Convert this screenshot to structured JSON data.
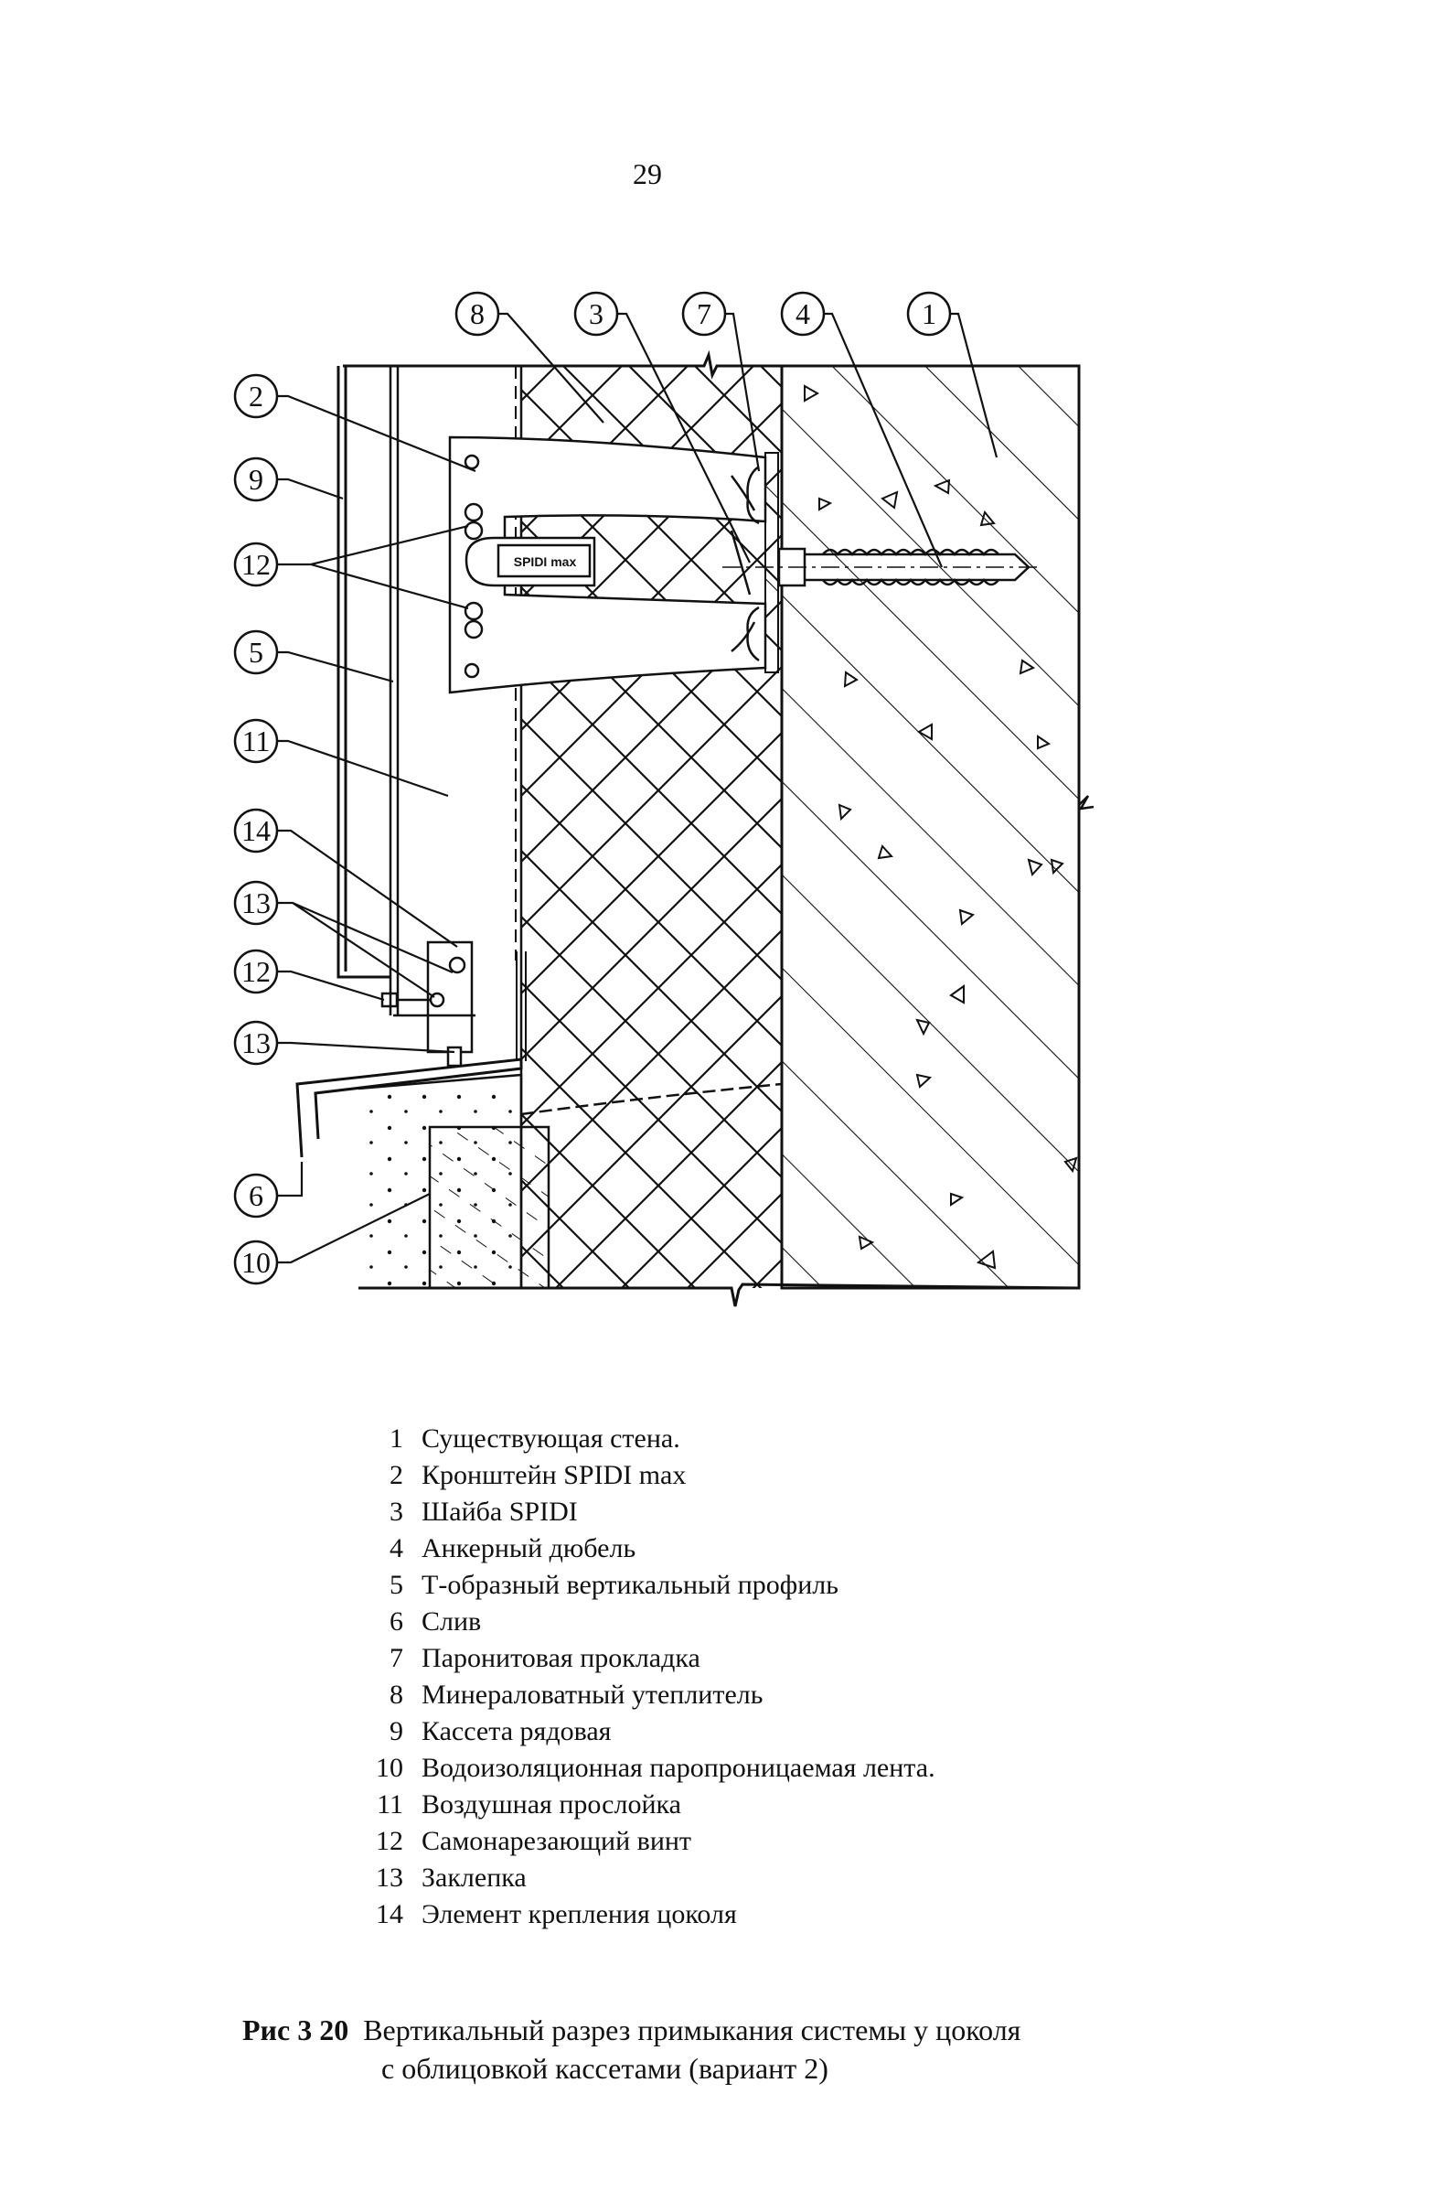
{
  "page_number": "29",
  "diagram": {
    "callouts": [
      "8",
      "3",
      "7",
      "4",
      "1",
      "2",
      "9",
      "12",
      "5",
      "11",
      "14",
      "13",
      "12",
      "13",
      "6",
      "10"
    ],
    "bracket_label": "SPIDI max"
  },
  "legend": [
    {
      "num": "1",
      "text": "Существующая стена."
    },
    {
      "num": "2",
      "text": "Кронштейн SPIDI max"
    },
    {
      "num": "3",
      "text": "Шайба SPIDI"
    },
    {
      "num": "4",
      "text": "Анкерный дюбель"
    },
    {
      "num": "5",
      "text": "Т-образный вертикальный профиль"
    },
    {
      "num": "6",
      "text": "Слив"
    },
    {
      "num": "7",
      "text": "Паронитовая прокладка"
    },
    {
      "num": "8",
      "text": "Минераловатный утеплитель"
    },
    {
      "num": "9",
      "text": "Кассета рядовая"
    },
    {
      "num": "10",
      "text": "Водоизоляционная паропроницаемая лента."
    },
    {
      "num": "11",
      "text": "Воздушная прослойка"
    },
    {
      "num": "12",
      "text": "Самонарезающий винт"
    },
    {
      "num": "13",
      "text": "Заклепка"
    },
    {
      "num": "14",
      "text": "Элемент крепления цоколя"
    }
  ],
  "caption": {
    "label": "Рис 3 20",
    "line1": "Вертикальный разрез примыкания системы у цоколя",
    "line2": "с облицовкой кассетами (вариант 2)"
  }
}
